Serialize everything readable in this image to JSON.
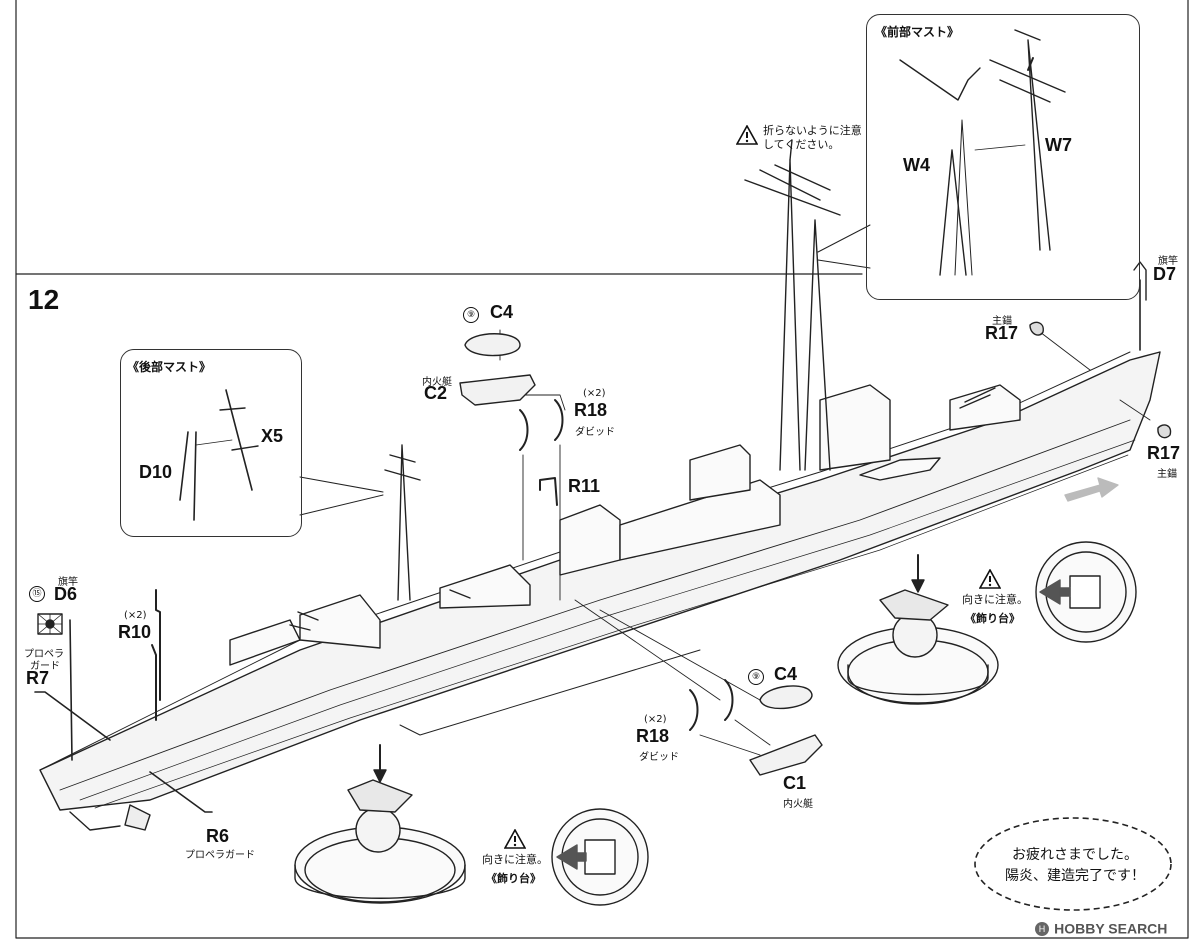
{
  "step": {
    "number": "12"
  },
  "inset_fore": {
    "title": "《前部マスト》",
    "parts": [
      "W4",
      "W7"
    ]
  },
  "inset_rear": {
    "title": "《後部マスト》",
    "parts": [
      "X5",
      "D10"
    ]
  },
  "caution_fold": {
    "line1": "折らないように注意",
    "line2": "してください。"
  },
  "parts": {
    "c4_top": {
      "num": "⑨",
      "label": "C4"
    },
    "c2": {
      "sub": "内火艇",
      "label": "C2"
    },
    "r18_top": {
      "count": "(×2)",
      "label": "R18",
      "sub": "ダビッド"
    },
    "r11": {
      "label": "R11"
    },
    "d7": {
      "sub": "旗竿",
      "label": "D7"
    },
    "r17_top": {
      "sub": "主錨",
      "label": "R17"
    },
    "r17_right": {
      "label": "R17",
      "sub": "主錨"
    },
    "d6": {
      "num": "⑮",
      "sub": "旗竿",
      "label": "D6"
    },
    "r10": {
      "count": "(×2)",
      "label": "R10"
    },
    "r7": {
      "sub1": "プロペラ",
      "sub2": "ガード",
      "label": "R7"
    },
    "r6": {
      "label": "R6",
      "sub": "プロペラガード"
    },
    "c4_bottom": {
      "num": "⑨",
      "label": "C4"
    },
    "r18_bottom": {
      "count": "(×2)",
      "label": "R18",
      "sub": "ダビッド"
    },
    "c1": {
      "label": "C1",
      "sub": "内火艇"
    }
  },
  "stand_right": {
    "caution": "向きに注意。",
    "title": "《飾り台》"
  },
  "stand_left": {
    "caution": "向きに注意。",
    "title": "《飾り台》"
  },
  "completion": {
    "line1": "お疲れさまでした。",
    "line2": "陽炎、建造完了です！"
  },
  "watermark": {
    "text": "HOBBY SEARCH"
  }
}
